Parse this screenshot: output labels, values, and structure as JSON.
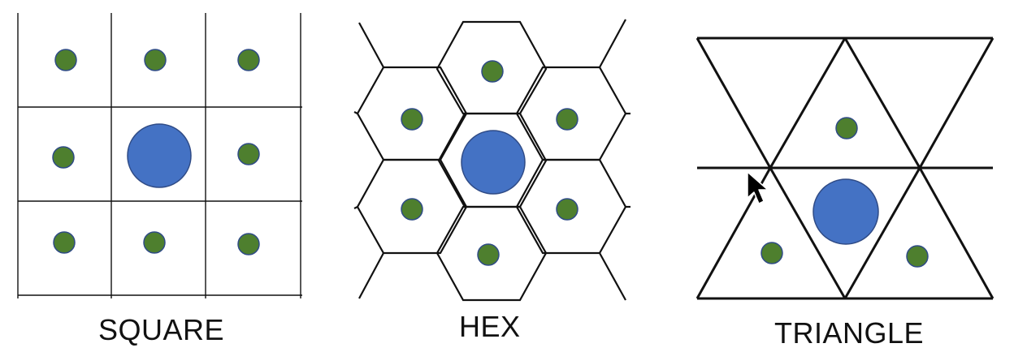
{
  "panels": {
    "square": {
      "label": "SQUARE"
    },
    "hex": {
      "label": "HEX"
    },
    "triangle": {
      "label": "TRIANGLE"
    }
  },
  "colors": {
    "center_dot": "#4472C4",
    "neighbor_dot": "#4E7F2E",
    "dot_outline": "#2F4B86",
    "grid_line": "#111111"
  },
  "icons": {
    "cursor": "mouse-pointer-icon"
  }
}
